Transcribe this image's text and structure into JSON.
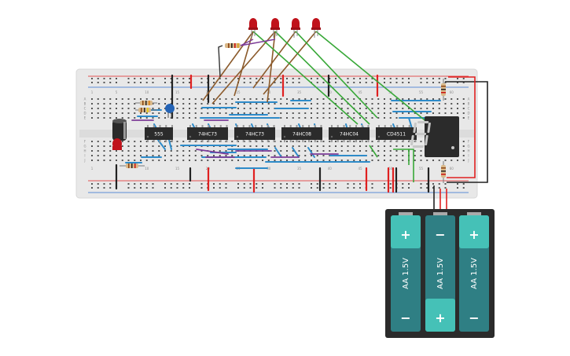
{
  "chips": [
    {
      "id": "chip-555",
      "label": "555"
    },
    {
      "id": "chip-74hc73-a",
      "label": "74HC73"
    },
    {
      "id": "chip-74hc73-b",
      "label": "74HC73"
    },
    {
      "id": "chip-74hc08",
      "label": "74HC08"
    },
    {
      "id": "chip-74hc04",
      "label": "74HC04"
    },
    {
      "id": "chip-cd4511",
      "label": "CD4511"
    }
  ],
  "breadboard": {
    "column_numbers": [
      "1",
      "5",
      "10",
      "15",
      "20",
      "25",
      "30",
      "35",
      "40",
      "45",
      "50",
      "55",
      "60"
    ],
    "row_letters_top": [
      "A",
      "B",
      "C",
      "D",
      "E"
    ],
    "row_letters_bottom": [
      "F",
      "G",
      "H",
      "I",
      "J"
    ]
  },
  "battery_pack": {
    "cells": [
      {
        "label": "AA 1.5V",
        "top_sign": "+",
        "bottom_sign": "−"
      },
      {
        "label": "AA 1.5V",
        "top_sign": "−",
        "bottom_sign": "+"
      },
      {
        "label": "AA 1.5V",
        "top_sign": "+",
        "bottom_sign": "−"
      }
    ]
  },
  "seven_segment": {
    "digit": "8",
    "color": "#c7c7c7"
  },
  "colors": {
    "breadboard": "#e8e8e8",
    "wire_blue": "#2e8bc9",
    "wire_green": "#38a838",
    "wire_brown": "#8b5a2b",
    "wire_purple": "#7d3c98",
    "wire_red": "#e02020",
    "wire_black": "#222222",
    "led_red": "#c0121b",
    "battery_teal": "#2f7f84",
    "battery_teal_light": "#45c1b7"
  }
}
